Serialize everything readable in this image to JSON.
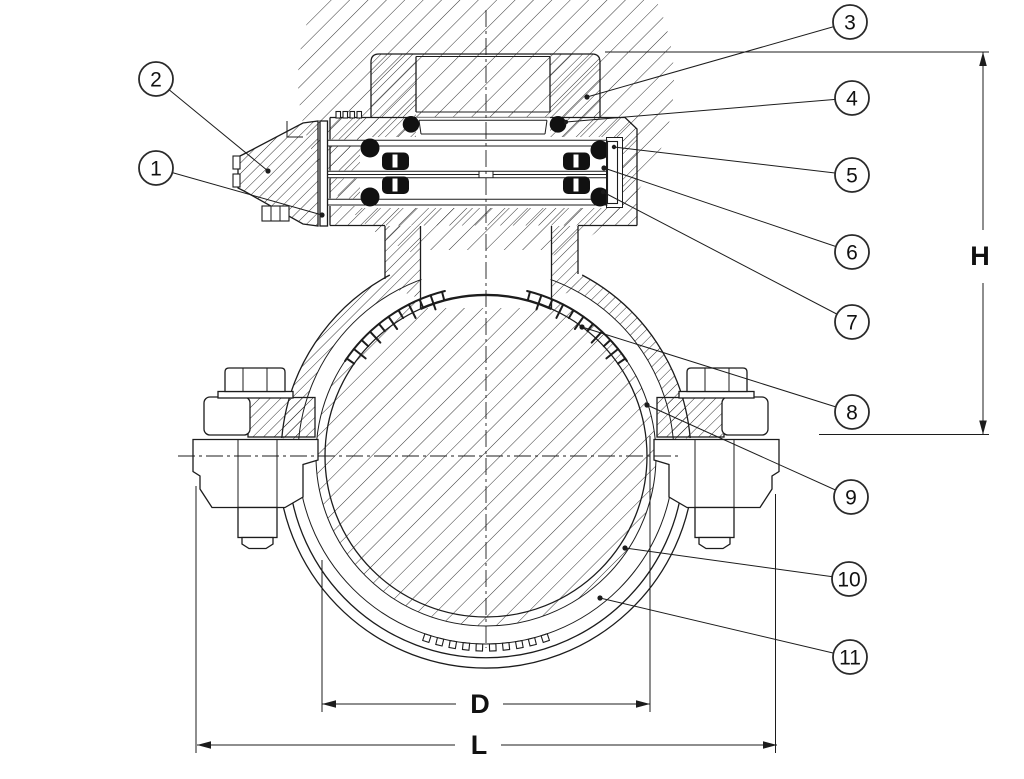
{
  "figure": {
    "kind": "technical-cross-section-drawing",
    "subject": "pipe tapping saddle clamp with top outlet and side plug",
    "colors": {
      "line": "#1c1c1c",
      "background": "#ffffff",
      "seal_fill": "#111111"
    }
  },
  "callouts": [
    {
      "label": "1"
    },
    {
      "label": "2"
    },
    {
      "label": "3"
    },
    {
      "label": "4"
    },
    {
      "label": "5"
    },
    {
      "label": "6"
    },
    {
      "label": "7"
    },
    {
      "label": "8"
    },
    {
      "label": "9"
    },
    {
      "label": "10"
    },
    {
      "label": "11"
    }
  ],
  "dimensions": {
    "height": {
      "label": "H"
    },
    "bore": {
      "label": "D"
    },
    "overall": {
      "label": "L"
    }
  }
}
